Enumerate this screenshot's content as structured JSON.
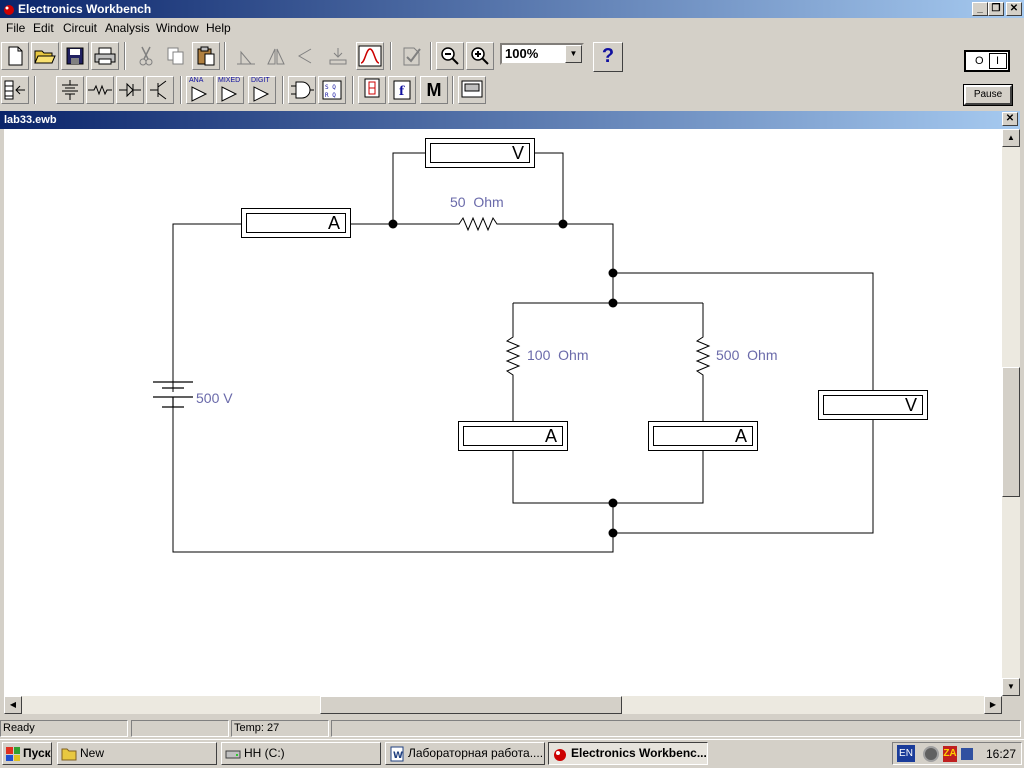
{
  "window": {
    "title": "Electronics Workbench"
  },
  "menu": [
    "File",
    "Edit",
    "Circuit",
    "Analysis",
    "Window",
    "Help"
  ],
  "toolbar": {
    "zoom": "100%",
    "help": "?"
  },
  "parts_bin": {
    "analog": "ANA",
    "mixed": "MIXED",
    "digital": "DIGIT",
    "misc": "M"
  },
  "power": {
    "off_label": "O",
    "on_label": "I",
    "pause": "Pause"
  },
  "document": {
    "title": "lab33.ewb"
  },
  "circuit": {
    "r1": "50  Ohm",
    "r2": "100  Ohm",
    "r3": "500  Ohm",
    "source": "500 V",
    "voltmeter_label": "V",
    "ammeter_label": "A"
  },
  "status": {
    "ready": "Ready",
    "temp": "Temp:  27"
  },
  "taskbar": {
    "start": "Пуск",
    "tasks": [
      "New",
      "HH (C:)",
      "Лабораторная работа....",
      "Electronics Workbenc..."
    ],
    "lang": "EN",
    "time": "16:27"
  }
}
